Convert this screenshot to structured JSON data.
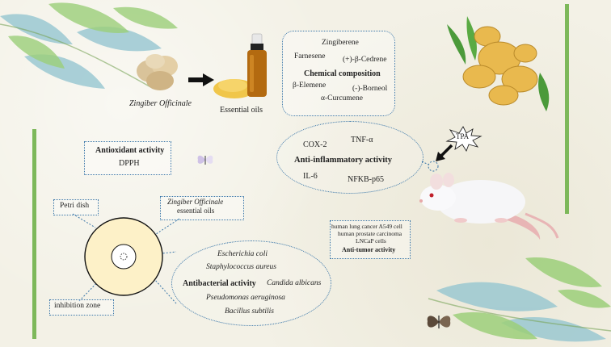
{
  "source": {
    "species": "Zingiber Officinale",
    "product": "Essential oils"
  },
  "chemical": {
    "title": "Chemical composition",
    "compounds": [
      "Zingiberene",
      "Farnesene",
      "(+)-β-Cedrene",
      "β-Elemene",
      "(-)-Borneol",
      "α-Curcumene"
    ]
  },
  "antioxidant": {
    "title": "Antioxidant activity",
    "assay": "DPPH"
  },
  "anti_inflammatory": {
    "title": "Anti-inflammatory activity",
    "markers": [
      "COX-2",
      "TNF-α",
      "IL-6",
      "NFKB-p65"
    ],
    "inducer": "TPA"
  },
  "antitumor": {
    "lines": [
      "human lung cancer A549 cell",
      "human prostate carcinoma",
      "LNCaP cells"
    ],
    "title": "Anti-tumor activity"
  },
  "antibacterial": {
    "petri_label": "Petri dish",
    "oil_label_species": "Zingiber Officinale",
    "oil_label_rest": "essential oils",
    "zone_label": "inhibition zone",
    "title": "Antibacterial activity",
    "organisms": [
      "Escherichia coli",
      "Staphylococcus aureus",
      "Candida albicans",
      "Pseudomonas aeruginosa",
      "Bacillus subtilis"
    ]
  },
  "colors": {
    "accent_green": "#7db85a",
    "dotted_blue": "#3a76a8",
    "petri_fill": "#fdf1c8"
  }
}
